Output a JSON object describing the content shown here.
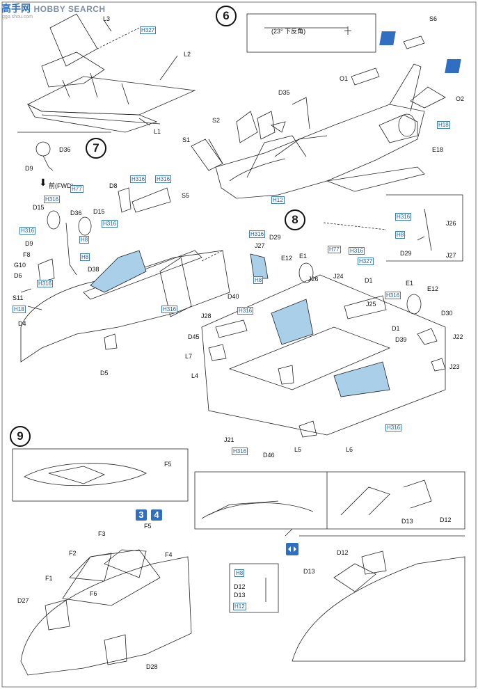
{
  "header": {
    "logo_cn": "高手网",
    "logo_en": "HOBBY SEARCH",
    "logo_url": "ggo.shou.com"
  },
  "steps": {
    "s6": "6",
    "s7": "7",
    "s8": "8",
    "s9": "9"
  },
  "paint_refs": {
    "r3": "3",
    "r4": "4"
  },
  "notes": {
    "anhedral": "(23° 下反角)",
    "fwd": "前(FWD)"
  },
  "parts": {
    "L3": "L3",
    "L2": "L2",
    "L1": "L1",
    "S6": "S6",
    "O1": "O1",
    "O2": "O2",
    "D35": "D35",
    "S2": "S2",
    "S1": "S1",
    "E18": "E18",
    "D36a": "D36",
    "D9a": "D9",
    "D8": "D8",
    "S5": "S5",
    "D15a": "D15",
    "D36b": "D36",
    "D15b": "D15",
    "D9b": "D9",
    "F8": "F8",
    "G10": "G10",
    "D38": "D38",
    "D6": "D6",
    "S11": "S11",
    "D4": "D4",
    "D5": "D5",
    "J26a": "J26",
    "J27a": "J27",
    "D29a": "D29",
    "J27b": "J27",
    "D29b": "D29",
    "E12a": "E12",
    "E1a": "E1",
    "J26b": "J26",
    "J24": "J24",
    "D1a": "D1",
    "D40": "D40",
    "E1b": "E1",
    "E12b": "E12",
    "J25": "J25",
    "D30": "D30",
    "D1b": "D1",
    "J28": "J28",
    "D45": "D45",
    "D39": "D39",
    "J22": "J22",
    "L7": "L7",
    "J23": "J23",
    "L4": "L4",
    "J21": "J21",
    "D46": "D46",
    "L5": "L5",
    "L6": "L6",
    "F5a": "F5",
    "F5b": "F5",
    "F3": "F3",
    "F2": "F2",
    "F4": "F4",
    "F1": "F1",
    "F6": "F6",
    "D27": "D27",
    "D28": "D28",
    "D13a": "D13",
    "D12a": "D12",
    "D12b": "D12",
    "D13b": "D13",
    "D12c": "D12",
    "D13c": "D13"
  },
  "paint_codes": {
    "c1": "H327",
    "c2": "H18",
    "c3": "H12",
    "c4": "H316",
    "c5": "H77",
    "c6": "H316",
    "c7": "H316",
    "c8": "H316",
    "c9": "H316",
    "c10": "H8",
    "c11": "H8",
    "c12": "H316",
    "c13": "H18",
    "c14": "H316",
    "c15": "H316",
    "c16": "H8",
    "c17": "H316",
    "c18": "H77",
    "c19": "H316",
    "c20": "H327",
    "c21": "H8",
    "c22": "H316",
    "c23": "H316",
    "c24": "H316",
    "c25": "H8",
    "c26": "H12",
    "c27": "H316"
  },
  "colors": {
    "accent_blue": "#2f6ec0",
    "paint_blue_fill": "#a9cfe9",
    "line": "#222222"
  }
}
